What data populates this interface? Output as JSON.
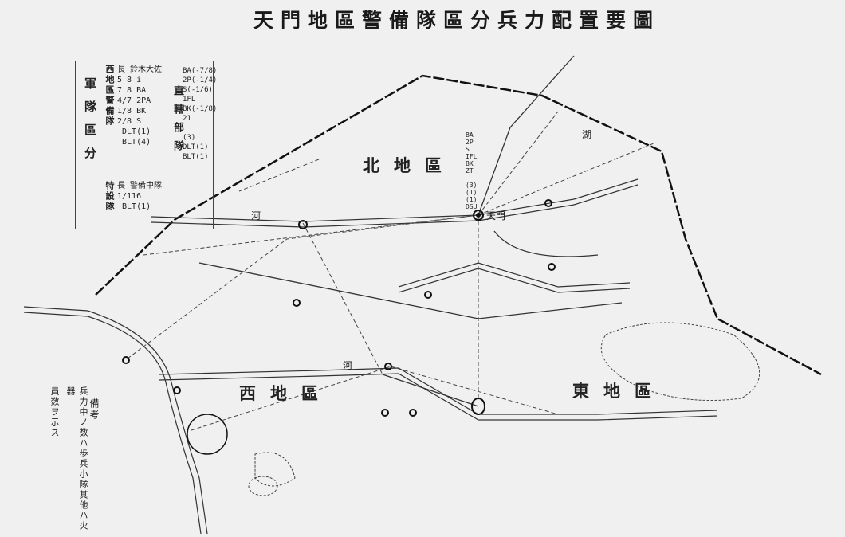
{
  "title": "天門地區警備隊區分兵力配置要圖",
  "legend": {
    "heading": "軍隊區分",
    "west": {
      "label": "西地區警備隊",
      "lines": "長 鈴木大佐\n5 8 i\n7 8 BA\n4/7 2PA\n1/8 BK\n2/8 S\n DLT(1)\n BLT(4)"
    },
    "special": {
      "label": "特設隊",
      "lines": "長 警備中隊\n1/116\n BLT(1)"
    },
    "direct": {
      "label": "直轄部隊",
      "lines": "BA(-7/8)\n2P(-1/4)\nS(-1/6)\n1FL\nBK(-1/8)\n21\n\n(3)\nDLT(1)\nBLT(1)"
    }
  },
  "regions": {
    "north": "北地區",
    "west": "西地區",
    "east": "東地區"
  },
  "places": {
    "hq": "天門",
    "lake": "湖",
    "river1": "河",
    "river2": "河"
  },
  "hq_units": "BA\n2P\nS\nIFL\nBK\nZT\n\n(3)\n(1)\n(1)\nDSU",
  "note": {
    "heading": "備考",
    "line1": "兵力中ノ数ハ歩兵小隊其他ハ火器",
    "line2": "員数ヲ示ス"
  },
  "colors": {
    "paper": "#f0f0f0",
    "ink": "#222222"
  }
}
